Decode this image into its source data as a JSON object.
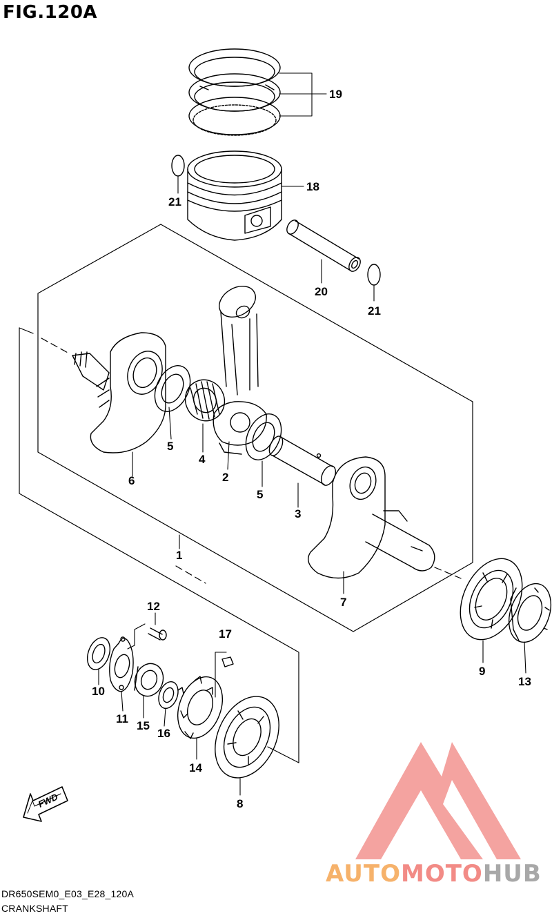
{
  "figure": {
    "title": "FIG.120A",
    "drawing_code": "DR650SEM0_E03_E28_120A",
    "section_name": "CRANKSHAFT"
  },
  "callouts": [
    "19",
    "18",
    "21",
    "20",
    "21",
    "2",
    "4",
    "5",
    "6",
    "5",
    "3",
    "1",
    "7",
    "12",
    "17",
    "10",
    "11",
    "15",
    "16",
    "14",
    "8",
    "9",
    "13"
  ],
  "direction_arrow": "FWD",
  "watermark": {
    "words": [
      "AUTO",
      "MOTO",
      "HUB"
    ],
    "colors": {
      "auto": "#f6b26b",
      "moto": "#f28b86",
      "hub": "#a8a8a8",
      "triangle": "#f4a3a0"
    }
  }
}
